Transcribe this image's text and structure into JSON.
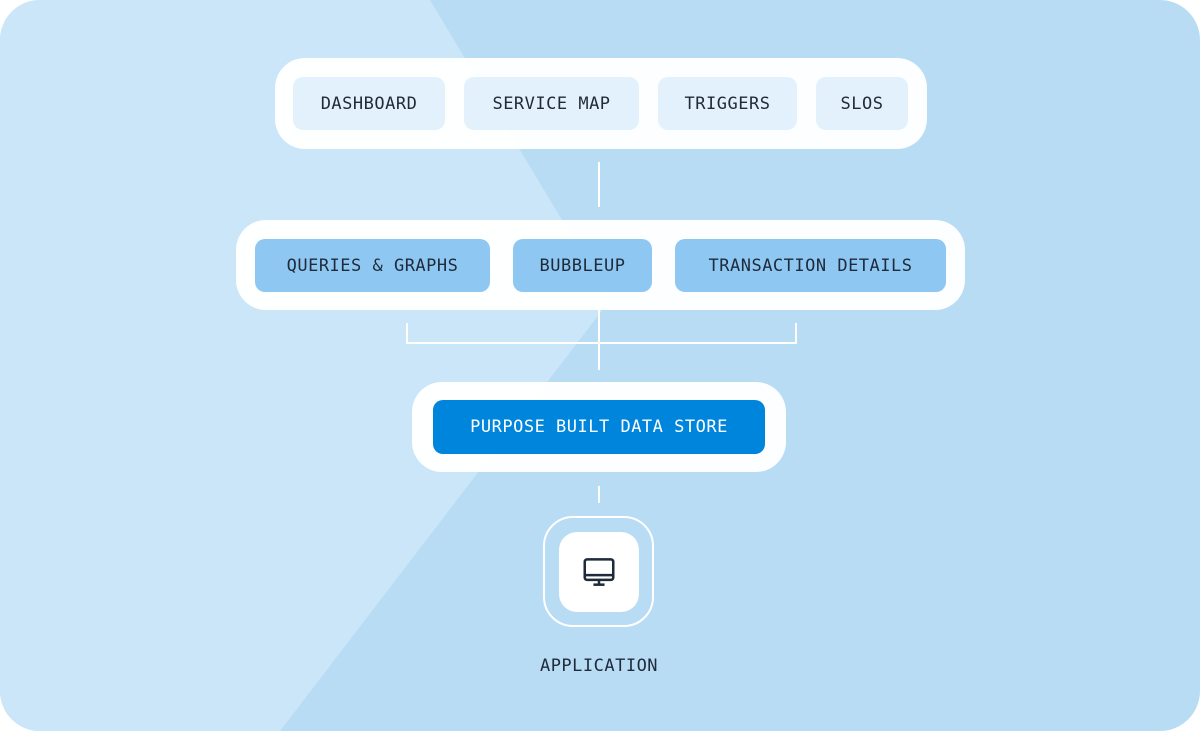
{
  "top_row": {
    "items": [
      "DASHBOARD",
      "SERVICE MAP",
      "TRIGGERS",
      "SLOS"
    ]
  },
  "middle_row": {
    "items": [
      "QUERIES & GRAPHS",
      "BUBBLEUP",
      "TRANSACTION DETAILS"
    ]
  },
  "data_store": {
    "label": "PURPOSE BUILT DATA STORE"
  },
  "application": {
    "label": "APPLICATION",
    "icon": "monitor-icon"
  },
  "colors": {
    "background": "#b9dcf5",
    "background_light": "#cbe6f9",
    "pill_light": "#e3f1fc",
    "pill_mid": "#8ec8f2",
    "pill_primary": "#0085dc",
    "text": "#1f2a3a"
  }
}
